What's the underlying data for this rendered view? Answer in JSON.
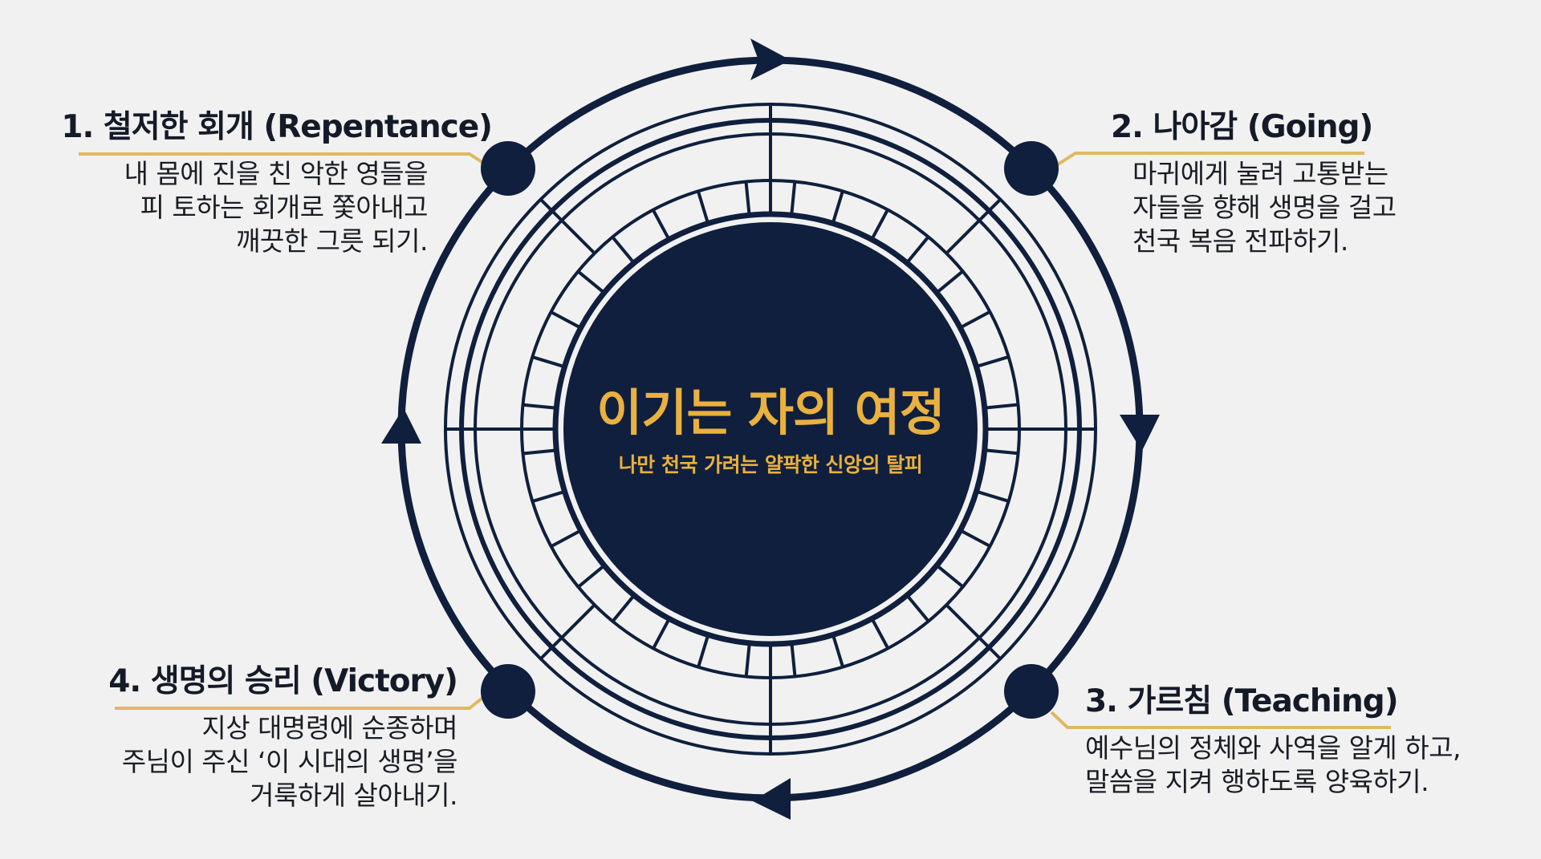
{
  "diagram": {
    "type": "cycle",
    "direction": "clockwise",
    "center": {
      "title": "이기는 자의 여정",
      "subtitle": "나만 천국 가려는 얄팍한 신앙의 탈피"
    },
    "steps": [
      {
        "number": 1,
        "title": "1. 철저한 회개 (Repentance)",
        "lines": [
          "내 몸에 진을 친 악한 영들을",
          "피 토하는 회개로 쫓아내고",
          "깨끗한 그릇 되기."
        ]
      },
      {
        "number": 2,
        "title": "2. 나아감 (Going)",
        "lines": [
          "마귀에게 눌려 고통받는",
          "자들을 향해 생명을 걸고",
          "천국 복음 전파하기."
        ]
      },
      {
        "number": 3,
        "title": "3. 가르침 (Teaching)",
        "lines": [
          "예수님의 정체와 사역을 알게 하고,",
          "말씀을 지켜 행하도록 양육하기."
        ]
      },
      {
        "number": 4,
        "title": "4. 생명의 승리 (Victory)",
        "lines": [
          "지상 대명령에 순종하며",
          "주님이 주신 ‘이 시대의 생명’을",
          "거룩하게 살아내기."
        ]
      }
    ],
    "colors": {
      "background": "#f1f1f1",
      "navy": "#0f1f3d",
      "gold": "#e9b13e",
      "underline_gold": "#e0b860",
      "text": "#141a28"
    }
  }
}
